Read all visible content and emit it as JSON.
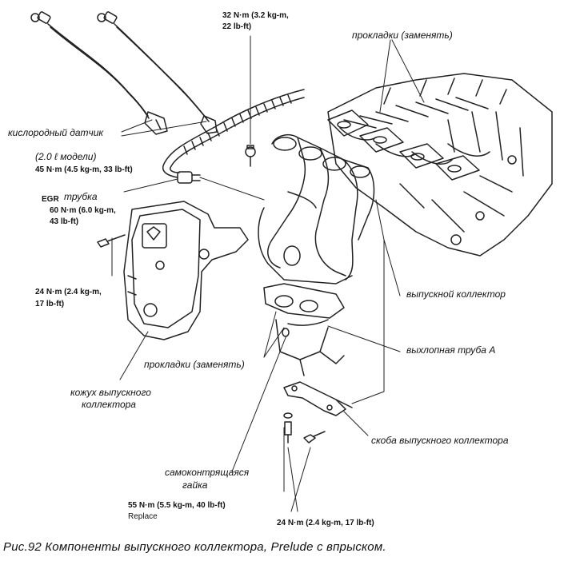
{
  "labels": {
    "torque_top_1": "32 N·m (3.2 kg-m,",
    "torque_top_2": "22 lb-ft)",
    "gaskets_top": "прокладки (заменять)",
    "o2_sensor": "кислородный датчик",
    "model_note": "(2.0 ℓ модели)",
    "torque_o2": "45 N·m (4.5 kg-m, 33 lb-ft)",
    "egr_abbr": "EGR",
    "egr_tube": "трубка",
    "torque_egr_1": "60 N·m (6.0 kg-m,",
    "torque_egr_2": "43 lb-ft)",
    "torque_shroud_1": "24 N·m  (2.4 kg-m,",
    "torque_shroud_2": "17 lb-ft)",
    "exhaust_manifold": "выпускной коллектор",
    "exhaust_pipe_a": "выхлопная труба А",
    "gaskets_bottom": "прокладки (заменять)",
    "shroud_1": "кожух выпускного",
    "shroud_2": "коллектора",
    "bracket": "скоба выпускного коллектора",
    "locknut_1": "самоконтрящаяся",
    "locknut_2": "гайка",
    "torque_nut": "55 N·m (5.5 kg-m, 40 lb-ft)",
    "replace": "Replace",
    "torque_bottom": "24 N·m (2.4 kg-m, 17 lb-ft)"
  },
  "caption": "Рис.92  Компоненты выпускного коллектора, Prelude с впрыском."
}
